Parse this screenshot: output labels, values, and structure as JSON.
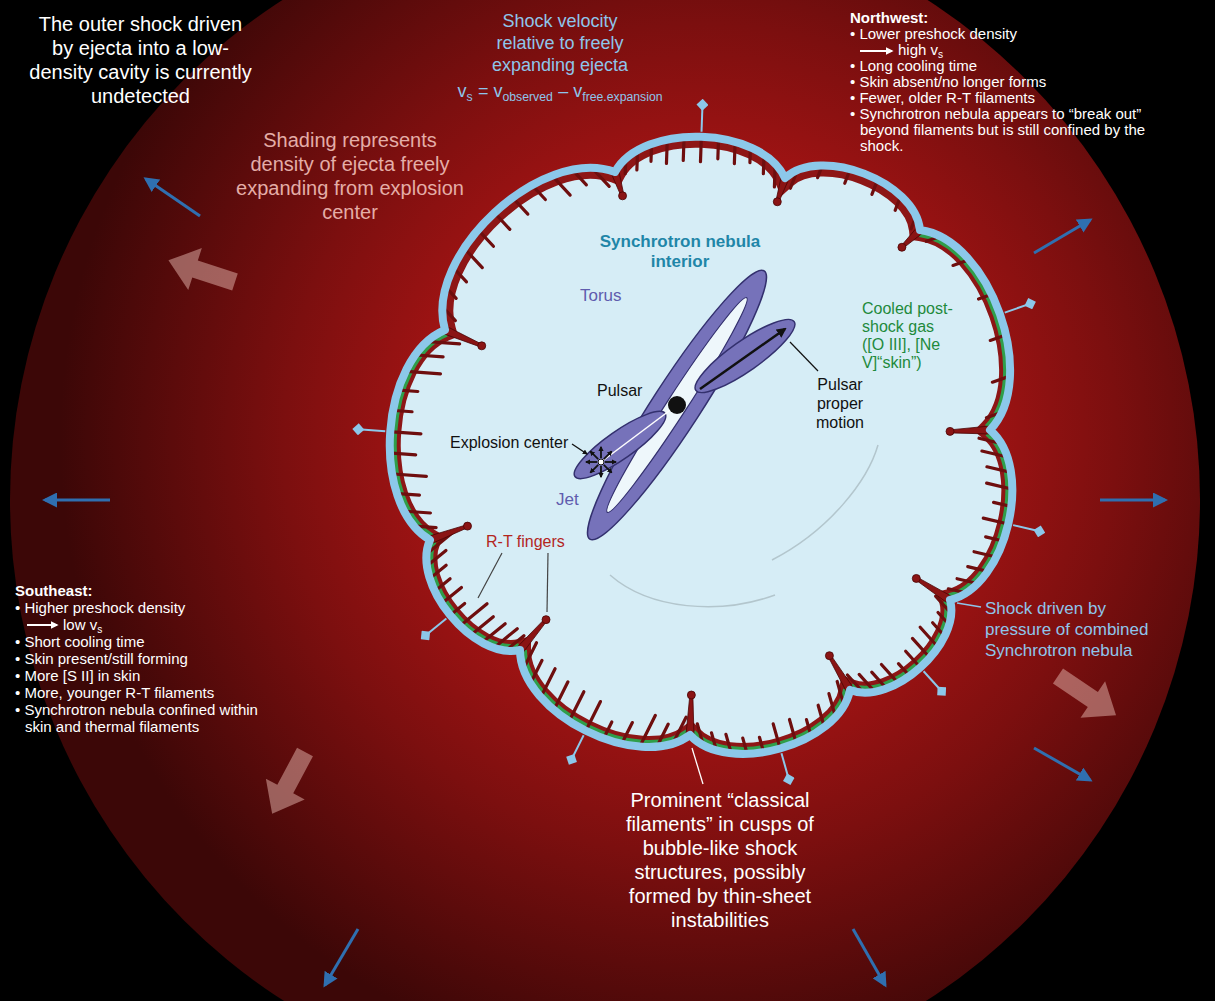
{
  "diagram": {
    "nodes": [
      {
        "text": [
          "Shading represents density of ejecta freely expanding from explosion center"
        ]
      },
      {
        "text": [
          "Synchrotron nebula interior"
        ],
        "in": 0
      },
      {
        "text": [
          "Torus"
        ],
        "in": 1
      },
      {
        "text": [
          "Jet"
        ],
        "in": 1
      }
    ],
    "labels": [
      "The outer shock driven by ejecta into a low-density cavity is currently undetected",
      "Shock velocity relative to freely expanding ejecta",
      "v",
      "s",
      "= v",
      "observed",
      "– v",
      "free.expansion",
      "Northwest:",
      "• Lower preshock density",
      "high v",
      "s",
      "• Long cooling time",
      "• Skin absent/no longer forms",
      "• Fewer, older R-T filaments",
      "• Synchrotron nebula appears to “break out” beyond filaments but is still confined by the shock.",
      "Pulsar",
      "Explosion center",
      "Pulsar proper motion",
      "Cooled post-shock gas ([O III], [Ne V]“skin”)",
      "Shock driven by pressure of combined Synchrotron nebula",
      "R-T fingers",
      "Southeast:",
      "• Higher preshock density",
      "low v",
      "s",
      "• Short cooling time",
      "• Skin present/still forming",
      "• More [S II] in skin",
      "• More, younger R-T filaments",
      "• Synchrotron nebula confined within skin and thermal filaments",
      "Prominent “classical filaments” in cusps of bubble-like shock structures, possibly formed by thin-sheet instabilities"
    ]
  }
}
